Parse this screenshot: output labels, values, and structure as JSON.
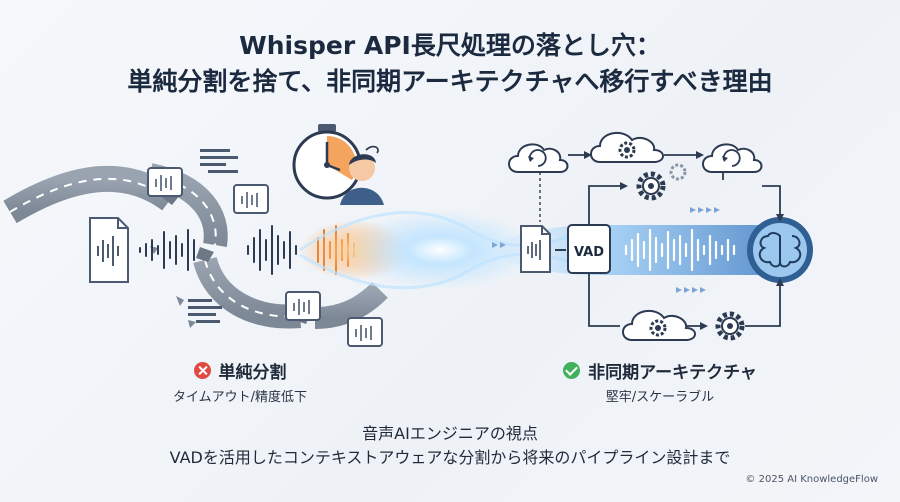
{
  "title": {
    "line1": "Whisper API長尺処理の落とし穴：",
    "line2": "単純分割を捨て、非同期アーキテクチャへ移行すべき理由"
  },
  "left": {
    "label": "単純分割",
    "sublabel": "タイムアウト/精度低下",
    "status_color": "#e14a43"
  },
  "right": {
    "label": "非同期アーキテクチャ",
    "sublabel": "堅牢/スケーラブル",
    "status_color": "#43b05c",
    "vad_label": "VAD"
  },
  "footer": {
    "line1": "音声AIエンジニアの視点",
    "line2": "VADを活用したコンテキストアウェアな分割から将来のパイプライン設計まで",
    "copyright": "© 2025 AI KnowledgeFlow"
  },
  "icons": {
    "left": [
      "document-icon",
      "stopwatch-icon",
      "stressed-person-icon",
      "audio-snippet-icon",
      "broken-road"
    ],
    "right": [
      "document-icon",
      "cloud-sync-icon",
      "cloud-gear-icon",
      "gear-icon",
      "brain-icon"
    ]
  }
}
